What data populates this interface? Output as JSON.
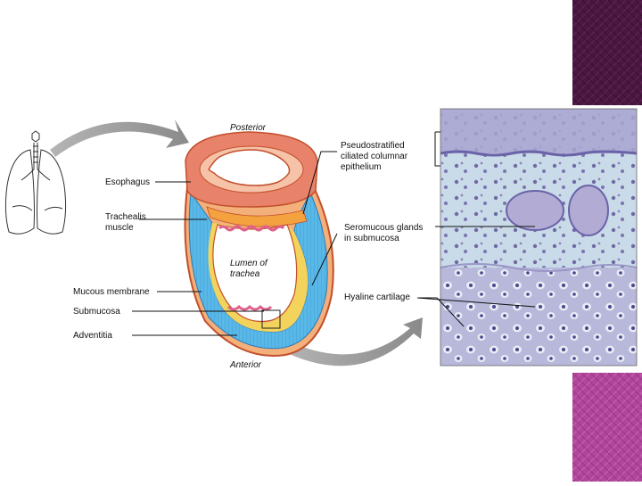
{
  "labels": {
    "posterior": "Posterior",
    "anterior": "Anterior",
    "esophagus": "Esophagus",
    "trachealis_1": "Trachealis",
    "trachealis_2": "muscle",
    "lumen_1": "Lumen of",
    "lumen_2": "trachea",
    "mucous_membrane": "Mucous membrane",
    "submucosa": "Submucosa",
    "adventitia": "Adventitia",
    "pseudo_1": "Pseudostratified",
    "pseudo_2": "ciliated columnar",
    "pseudo_3": "epithelium",
    "seromucous_1": "Seromucous glands",
    "seromucous_2": "in submucosa",
    "hyaline": "Hyaline cartilage"
  },
  "colors": {
    "slide_accent_top": "#4a1740",
    "slide_accent_bottom": "#b0459a",
    "esophagus": "#e8826a",
    "cartilage": "#5ab8e8",
    "submucosa": "#f3d35b",
    "mucosa": "#f6b9b0",
    "micrograph_bg": "#c9dbe8"
  }
}
